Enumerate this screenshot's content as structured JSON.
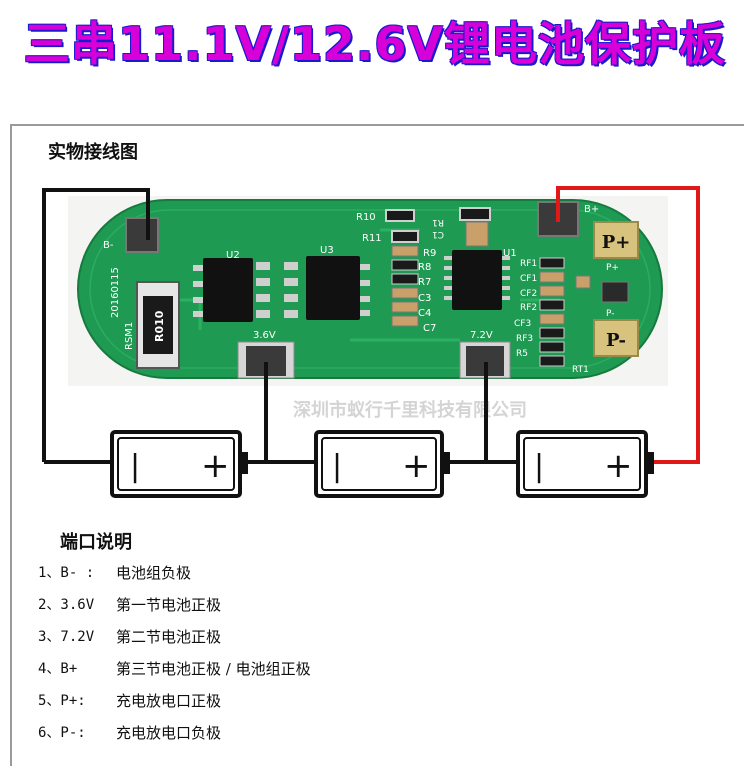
{
  "title": "三串11.1V/12.6V锂电池保护板",
  "diagram": {
    "heading": "实物接线图",
    "watermark": "深圳市蚁行千里科技有限公司",
    "board": {
      "date_code": "20160115",
      "part_rsm1": "RSM1",
      "resistor_marking": "R010",
      "b_minus": "B-",
      "b_plus": "B+",
      "p_plus": "P+",
      "p_minus": "P-",
      "p_plus_small": "P+",
      "p_minus_small": "P-",
      "tap_36": "3.6V",
      "tap_72": "7.2V",
      "ics": [
        "U2",
        "U3",
        "U1"
      ],
      "refs": [
        "R10",
        "R11",
        "R1",
        "C1",
        "R9",
        "R8",
        "R7",
        "C3",
        "C4",
        "C7",
        "RF1",
        "CF1",
        "RF2",
        "CF2",
        "CF3",
        "RF3",
        "R5",
        "RT1"
      ]
    },
    "battery_symbols": {
      "minus": "|",
      "plus": "+"
    }
  },
  "ports": {
    "heading": "端口说明",
    "items": [
      {
        "num": "1、B- :",
        "desc": "电池组负极"
      },
      {
        "num": "2、3.6V",
        "desc": "第一节电池正极"
      },
      {
        "num": "3、7.2V",
        "desc": "第二节电池正极"
      },
      {
        "num": "4、B+",
        "desc": "第三节电池正极 / 电池组正极"
      },
      {
        "num": "5、P+:",
        "desc": "充电放电口正极"
      },
      {
        "num": "6、P-:",
        "desc": "充电放电口负极"
      }
    ]
  },
  "colors": {
    "title": "#d800d8",
    "title_outline": "#1a1acc",
    "pcb": "#1f9a52",
    "wire_red": "#e01818",
    "wire_black": "#111111"
  }
}
